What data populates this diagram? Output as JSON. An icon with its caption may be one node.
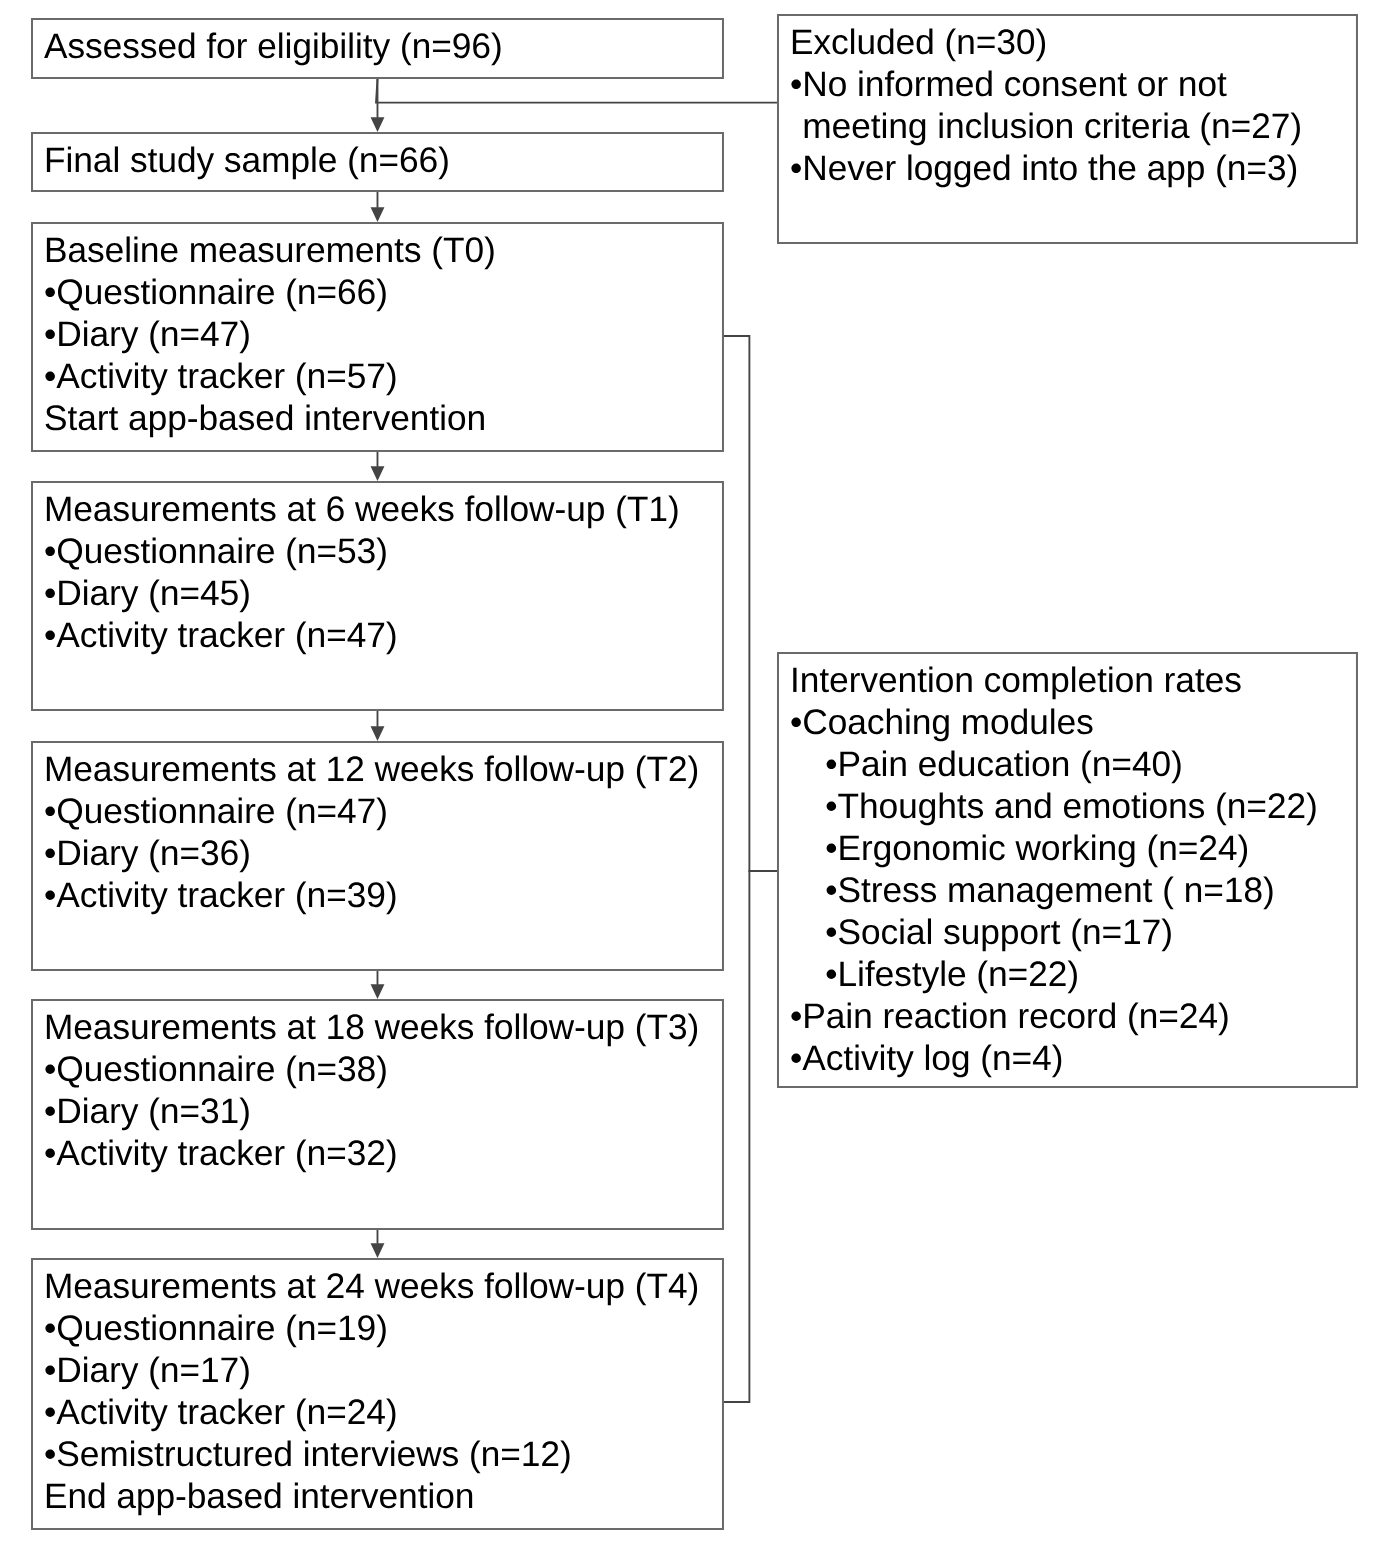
{
  "diagram": {
    "nodes": [
      {
        "text": [
          "Assessed for eligibility (n=96)"
        ]
      },
      {
        "text": [
          "Final study sample (n=66)"
        ]
      },
      {
        "text": [
          "Baseline measurements (T0)",
          "•Questionnaire (n=66)",
          "•Diary (n=47)",
          "•Activity tracker (n=57)",
          "Start app-based intervention"
        ]
      },
      {
        "text": [
          "Measurements at 6 weeks follow-up (T1)",
          "•Questionnaire (n=53)",
          "•Diary (n=45)",
          "•Activity tracker (n=47)"
        ]
      },
      {
        "text": [
          "Measurements at 12 weeks follow-up (T2)",
          "•Questionnaire (n=47)",
          "•Diary (n=36)",
          "•Activity tracker (n=39)"
        ]
      },
      {
        "text": [
          "Measurements at 18 weeks follow-up (T3)",
          "•Questionnaire (n=38)",
          "•Diary (n=31)",
          "•Activity tracker (n=32)"
        ]
      },
      {
        "text": [
          "Measurements at 24 weeks follow-up (T4)",
          "•Questionnaire (n=19)",
          "•Diary (n=17)",
          "•Activity tracker (n=24)",
          "•Semistructured interviews (n=12)",
          "End app-based intervention"
        ]
      },
      {
        "text": [
          "Excluded (n=30)",
          "•No informed consent or not meeting inclusion criteria (n=27)",
          "•Never logged into the app (n=3)"
        ]
      },
      {
        "text": [
          "Intervention completion rates",
          "•Coaching modules",
          "•Pain education (n=40)",
          "•Thoughts and emotions (n=22)",
          "•Ergonomic working (n=24)",
          "•Stress management ( n=18)",
          "•Social support (n=17)",
          "•Lifestyle (n=22)",
          "•Pain reaction record (n=24)",
          "•Activity log (n=4)"
        ]
      }
    ],
    "edges": [
      {
        "from": 0,
        "to": 1,
        "arrow": "to"
      },
      {
        "from": 0,
        "to": 7,
        "arrow": "none"
      },
      {
        "from": 1,
        "to": 2,
        "arrow": "to"
      },
      {
        "from": 2,
        "to": 3,
        "arrow": "to"
      },
      {
        "from": 3,
        "to": 4,
        "arrow": "to"
      },
      {
        "from": 4,
        "to": 5,
        "arrow": "to"
      },
      {
        "from": 5,
        "to": 6,
        "arrow": "to"
      },
      {
        "from": 2,
        "to": 8,
        "arrow": "none"
      },
      {
        "from": 6,
        "to": 8,
        "arrow": "none"
      }
    ]
  }
}
